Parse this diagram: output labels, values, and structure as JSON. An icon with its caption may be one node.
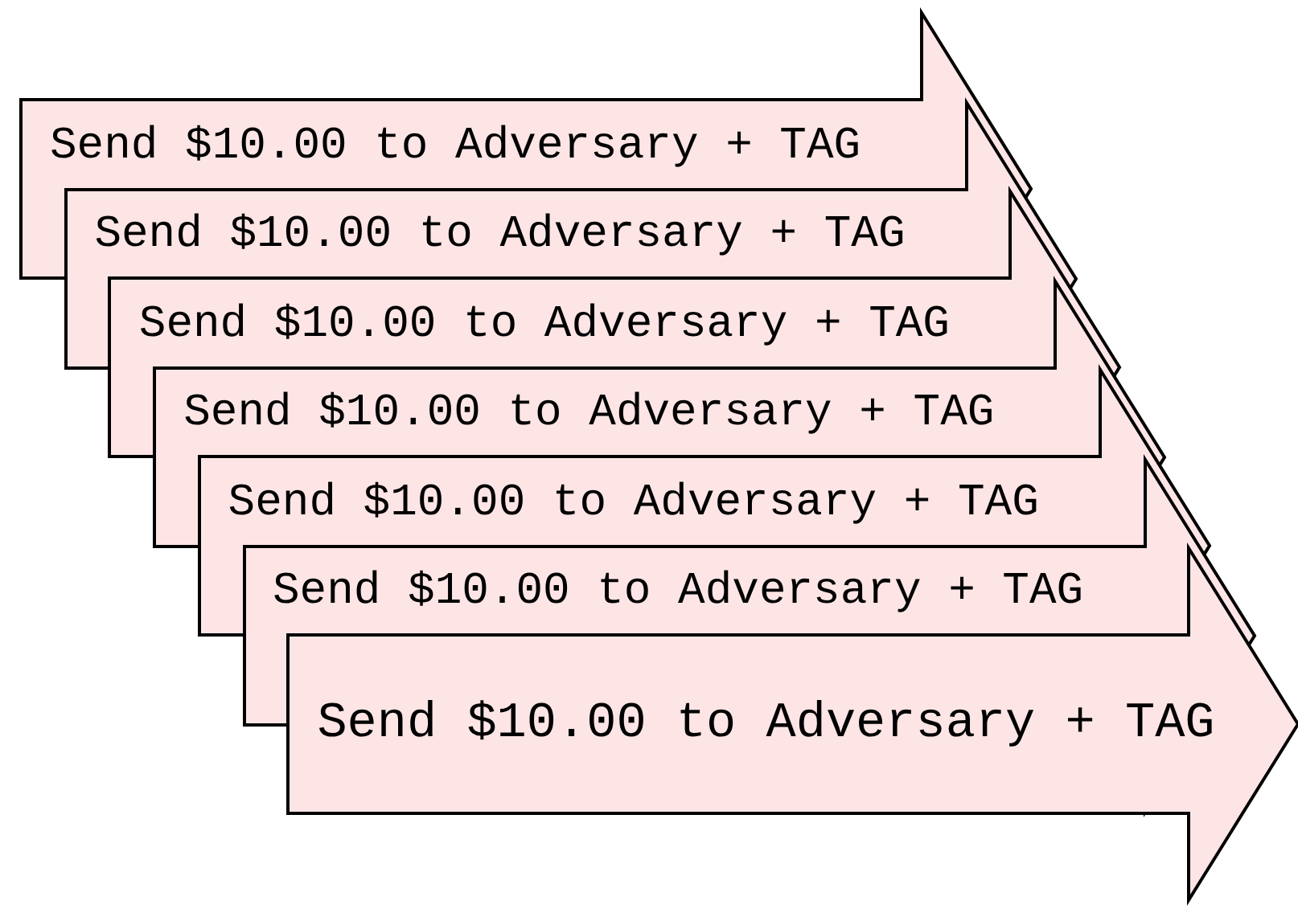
{
  "diagram": {
    "nodes": [
      {
        "text": [
          "Send $10.00 to Adversary + TAG"
        ]
      },
      {
        "text": [
          "Send $10.00 to Adversary + TAG"
        ]
      },
      {
        "text": [
          "Send $10.00 to Adversary + TAG"
        ]
      },
      {
        "text": [
          "Send $10.00 to Adversary + TAG"
        ]
      },
      {
        "text": [
          "Send $10.00 to Adversary + TAG"
        ]
      },
      {
        "text": [
          "Send $10.00 to Adversary + TAG"
        ]
      },
      {
        "text": [
          "Send $10.00 to Adversary + TAG"
        ]
      }
    ]
  }
}
